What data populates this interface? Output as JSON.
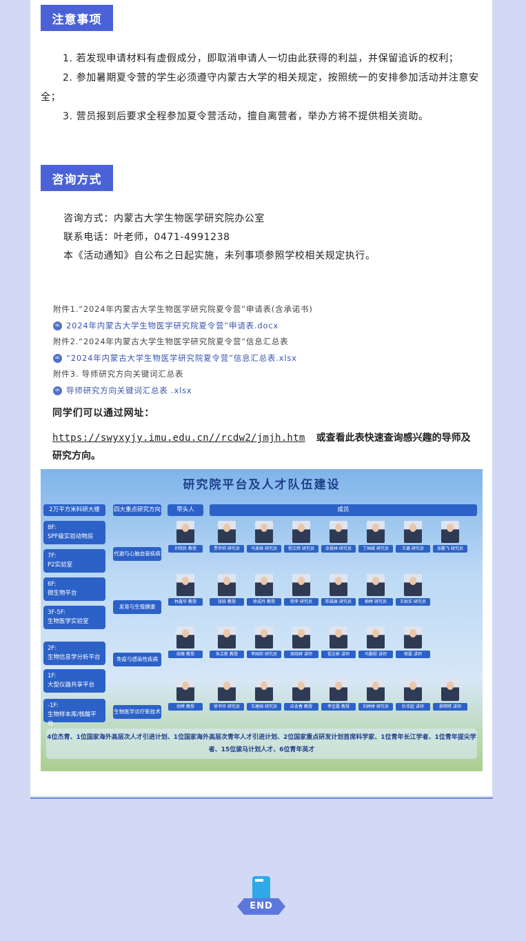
{
  "notice": {
    "heading": "注意事项",
    "items": [
      "1. 若发现申请材料有虚假成分，即取消申请人一切由此获得的利益，并保留追诉的权利；",
      "2. 参加暑期夏令营的学生必须遵守内蒙古大学的相关规定，按照统一的安排参加活动并注意安全；",
      "3. 营员报到后要求全程参加夏令营活动，擅自离营者，举办方将不提供相关资助。"
    ]
  },
  "consult": {
    "heading": "咨询方式",
    "lines": [
      "咨询方式：内蒙古大学生物医学研究院办公室",
      "联系电话：叶老师，0471-4991238",
      "本《活动通知》自公布之日起实施，未列事项参照学校相关规定执行。"
    ]
  },
  "attachments": [
    {
      "label": "附件1.“2024年内蒙古大学生物医学研究院夏令营”申请表(含承诺书)",
      "file": "2024年内蒙古大学生物医学研究院夏令营”申请表.docx"
    },
    {
      "label": "附件2.“2024年内蒙古大学生物医学研究院夏令营”信息汇总表",
      "file": "“2024年内蒙古大学生物医学研究院夏令营”信息汇总表.xlsx"
    },
    {
      "label": "附件3. 导师研究方向关键词汇总表",
      "file": "导师研究方向关键词汇总表 .xlsx"
    }
  ],
  "visit": {
    "intro": "同学们可以通过网址：",
    "url": "https://swyxyjy.imu.edu.cn//rcdw2/jmjh.htm",
    "tail": "或查看此表快速查询感兴趣的导师及研究方向。"
  },
  "poster": {
    "title": "研究院平台及人才队伍建设",
    "left_header": "2万平方米科研大楼",
    "floors": [
      {
        "floor": "8F:",
        "name": "SPF级实验动物房"
      },
      {
        "floor": "7F:",
        "name": "P2实验室"
      },
      {
        "floor": "6F:",
        "name": "微生物平台"
      },
      {
        "floor": "3F-5F:",
        "name": "生物医学实验室"
      },
      {
        "floor": "2F:",
        "name": "生物信息学分析平台"
      },
      {
        "floor": "1F:",
        "name": "大型仪器共享平台"
      },
      {
        "floor": "-1F:",
        "name": "生物样本库/核酸平台"
      }
    ],
    "headers": {
      "directions": "四大重点研究方向",
      "leader": "带头人",
      "members": "成员"
    },
    "directions": [
      "代谢与心脑血管疾病",
      "发育与生殖健康",
      "免疫与感染性疾病",
      "生物医学诊疗新技术"
    ],
    "rows": [
      {
        "leader": "刘铁民 教授",
        "members": [
          "贾世帅 研究员",
          "乌美娅 研究员",
          "程文辉 研究员",
          "余慧林 研究员",
          "丁国斌 研究员",
          "王璐 研究员",
          "张鹏飞 研究员"
        ]
      },
      {
        "leader": "林鑫华 教授",
        "members": [
          "张晗 教授",
          "徐成丹 教授",
          "杨李 研究员",
          "陈福泉 研究员",
          "柳婷 研究员",
          "王秋实 研究员"
        ]
      },
      {
        "leader": "胡薇 教授",
        "members": [
          "朱立新 教授",
          "李国邦 研究员",
          "周晓婷 讲师",
          "祖文彬 讲师",
          "马鹏程 讲师",
          "修磊 讲师"
        ]
      },
      {
        "leader": "倪嵘 教授",
        "members": [
          "徐书华 研究员",
          "王建国 研究员",
          "应永春 教授",
          "李佳磊 教授",
          "刘婷婷 研究员",
          "杜伟超 讲师",
          "郝晴晴 讲师"
        ]
      }
    ],
    "footer": "4位杰青、1位国家海外高层次人才引进计划、1位国家海外高层次青年人才引进计划、2位国家重点研发计划首席科学家、1位青年长江学者、1位青年拔尖学者、15位骏马计划人才、6位青年英才"
  },
  "end": {
    "label": "END"
  },
  "colors": {
    "accent": "#4b62d6",
    "page_bg": "#d1d9f5",
    "link": "#3a55b0"
  }
}
